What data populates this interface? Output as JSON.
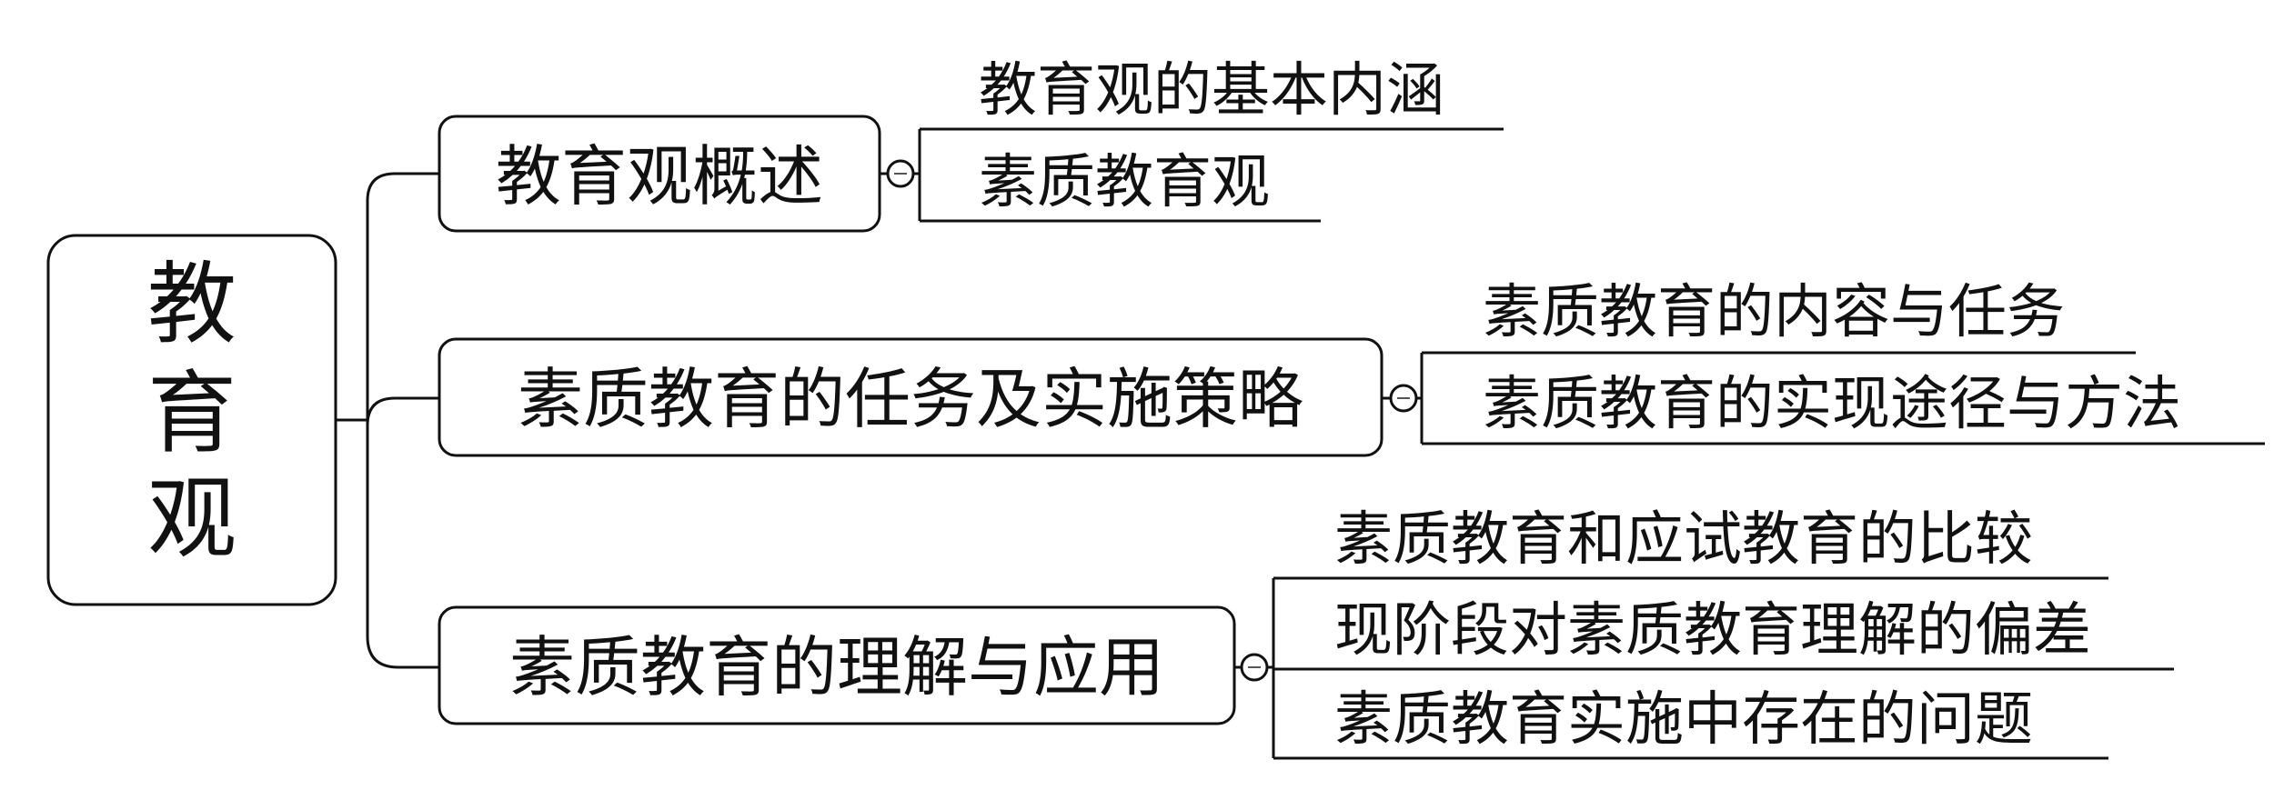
{
  "root": {
    "label": "教育观",
    "chars": [
      "教",
      "育",
      "观"
    ]
  },
  "branches": [
    {
      "label": "教育观概述",
      "items": [
        "教育观的基本内涵",
        "素质教育观"
      ]
    },
    {
      "label": "素质教育的任务及实施策略",
      "items": [
        "素质教育的内容与任务",
        "素质教育的实现途径与方法"
      ]
    },
    {
      "label": "素质教育的理解与应用",
      "items": [
        "素质教育和应试教育的比较",
        "现阶段对素质教育理解的偏差",
        "素质教育实施中存在的问题"
      ]
    }
  ],
  "colors": {
    "stroke": "#111111",
    "background": "#ffffff",
    "text": "#111111"
  }
}
